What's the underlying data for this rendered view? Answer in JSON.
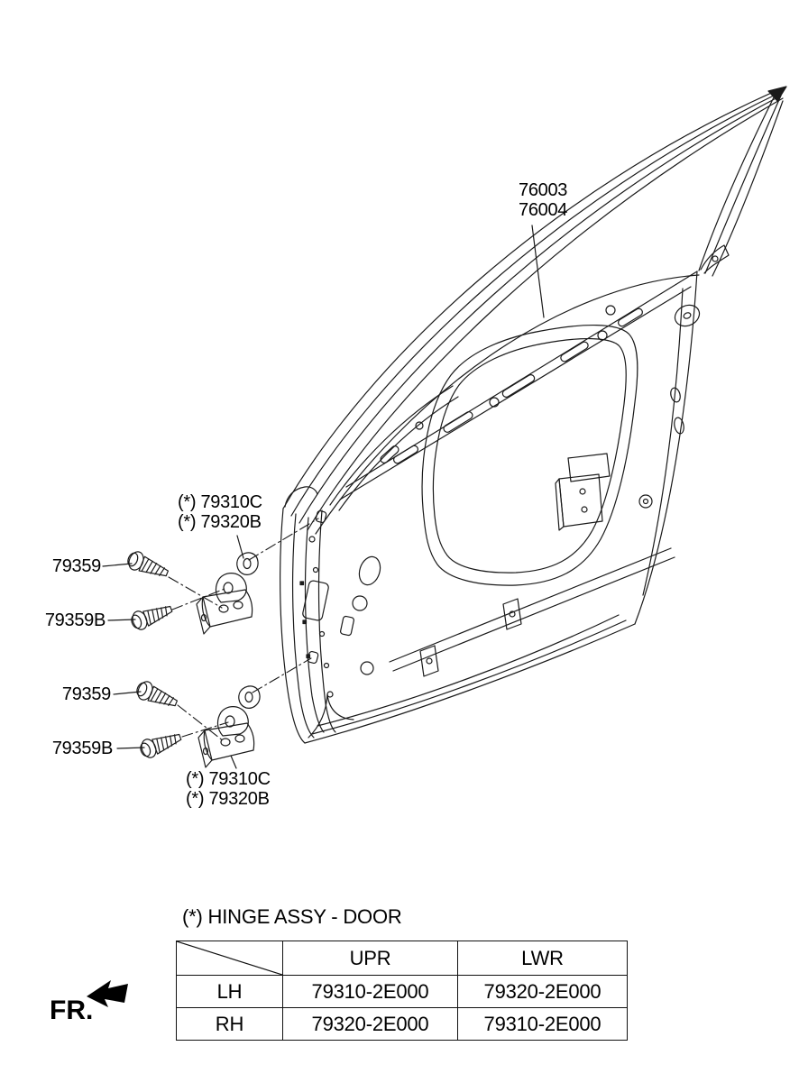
{
  "colors": {
    "line": "#1a1a1a",
    "background": "#ffffff",
    "text": "#000000"
  },
  "callouts": {
    "door_panel": {
      "line1": "76003",
      "line2": "76004"
    },
    "hinge_upper": {
      "line1": "(*) 79310C",
      "line2": "(*) 79320B"
    },
    "hinge_lower": {
      "line1": "(*) 79310C",
      "line2": "(*) 79320B"
    },
    "bolt_upper_a": "79359",
    "bolt_upper_b": "79359B",
    "bolt_lower_a": "79359",
    "bolt_lower_b": "79359B"
  },
  "hinge_table": {
    "title": "(*) HINGE ASSY - DOOR",
    "corner": "",
    "header": [
      "UPR",
      "LWR"
    ],
    "rows": [
      {
        "label": "LH",
        "values": [
          "79310-2E000",
          "79320-2E000"
        ]
      },
      {
        "label": "RH",
        "values": [
          "79320-2E000",
          "79310-2E000"
        ]
      }
    ]
  },
  "orientation": {
    "front_label": "FR."
  }
}
